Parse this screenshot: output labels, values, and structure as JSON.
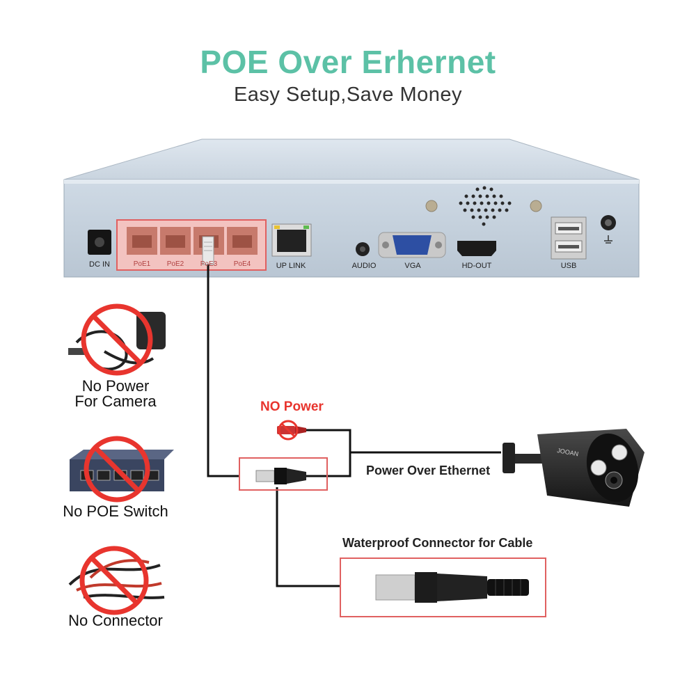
{
  "header": {
    "title": "POE Over Erhernet",
    "subtitle": "Easy Setup,Save Money"
  },
  "device": {
    "ports": {
      "dc_in": "DC IN",
      "poe1": "PoE1",
      "poe2": "PoE2",
      "poe3": "PoE3",
      "poe4": "PoE4",
      "uplink": "UP LINK",
      "audio": "AUDIO",
      "vga": "VGA",
      "hdout": "HD-OUT",
      "usb": "USB"
    }
  },
  "side_items": [
    {
      "line1": "No Power",
      "line2": "For Camera"
    },
    {
      "line1": "No POE Switch",
      "line2": ""
    },
    {
      "line1": "No Connector",
      "line2": ""
    }
  ],
  "diagram": {
    "no_power": "NO Power",
    "poe_label": "Power Over Ethernet",
    "waterproof_label": "Waterproof Connector for Cable",
    "camera_brand": "JOOAN"
  },
  "colors": {
    "title": "#5cc1a6",
    "highlight": "#e06060",
    "no_power": "#e8352e",
    "prohibit": "#e8352e"
  }
}
